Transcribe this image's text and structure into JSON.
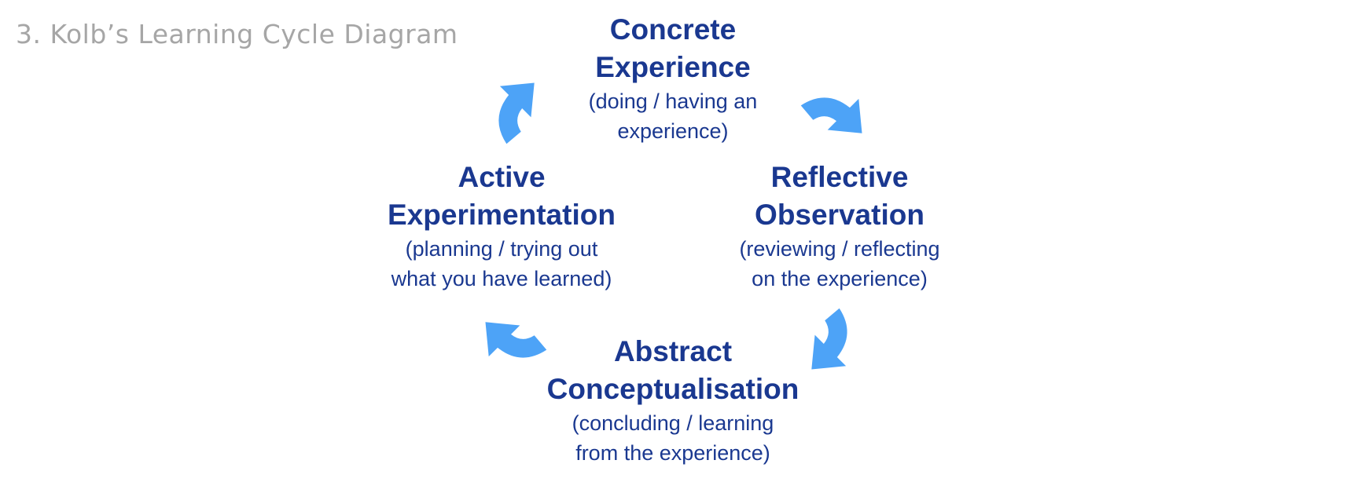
{
  "heading": "3. Kolb’s Learning Cycle Diagram",
  "colors": {
    "node_text": "#1a3890",
    "arrow": "#4da3f7",
    "heading": "#a6a6a6"
  },
  "stages": [
    {
      "title_lines": [
        "Concrete",
        "Experience"
      ],
      "desc_lines": [
        "(doing / having an",
        "experience)"
      ]
    },
    {
      "title_lines": [
        "Reflective",
        "Observation"
      ],
      "desc_lines": [
        "(reviewing / reflecting",
        "on the experience)"
      ]
    },
    {
      "title_lines": [
        "Abstract",
        "Conceptualisation"
      ],
      "desc_lines": [
        "(concluding / learning",
        "from the experience)"
      ]
    },
    {
      "title_lines": [
        "Active",
        "Experimentation"
      ],
      "desc_lines": [
        "(planning / trying out",
        "what you have learned)"
      ]
    }
  ],
  "arrows": [
    {
      "icon": "curved-arrow-icon",
      "direction": "clockwise"
    },
    {
      "icon": "curved-arrow-icon",
      "direction": "clockwise"
    },
    {
      "icon": "curved-arrow-icon",
      "direction": "clockwise"
    },
    {
      "icon": "curved-arrow-icon",
      "direction": "clockwise"
    }
  ]
}
